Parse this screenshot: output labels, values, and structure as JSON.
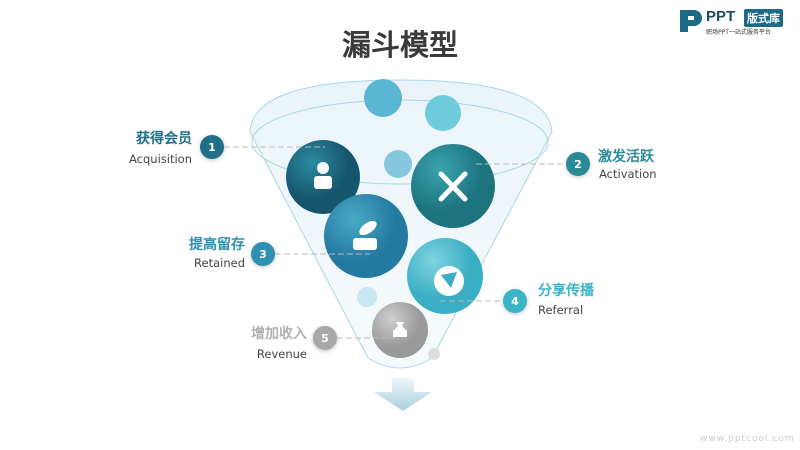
{
  "title": "漏斗模型",
  "logo": {
    "brand": "PPT",
    "tag": "版式库",
    "subtitle": "职场PPT一站式服务平台"
  },
  "stages": [
    {
      "num": "1",
      "cn": "获得会员",
      "en": "Acquisition",
      "icon": "user-icon",
      "color": "#1e6f87"
    },
    {
      "num": "2",
      "cn": "激发活跃",
      "en": "Activation",
      "icon": "crossed-bats-icon",
      "color": "#2a8b97"
    },
    {
      "num": "3",
      "cn": "提高留存",
      "en": "Retained",
      "icon": "open-can-icon",
      "color": "#2f8fb0"
    },
    {
      "num": "4",
      "cn": "分享传播",
      "en": "Referral",
      "icon": "paper-plane-icon",
      "color": "#3bb4c8"
    },
    {
      "num": "5",
      "cn": "增加收入",
      "en": "Revenue",
      "icon": "money-bag-icon",
      "color": "#a8a8a8"
    }
  ],
  "watermark": "www.pptcool.com"
}
